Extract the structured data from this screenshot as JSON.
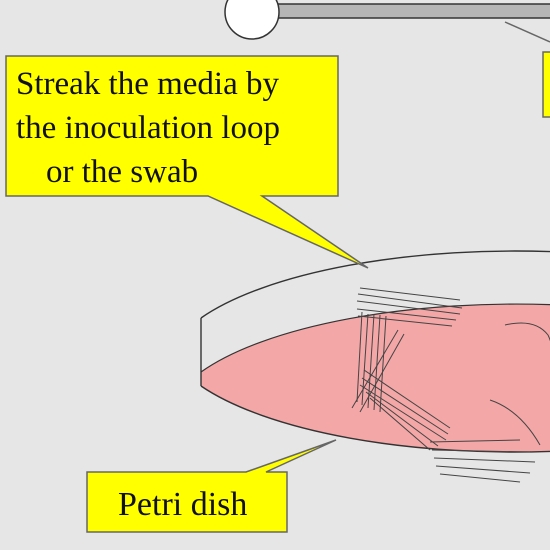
{
  "callouts": {
    "streak": {
      "lines": [
        "Streak the media by",
        "the inoculation loop",
        "or the swab"
      ]
    },
    "petri": {
      "label": "Petri dish"
    }
  },
  "colors": {
    "background": "#e6e6e6",
    "callout_fill": "#ffff00",
    "callout_stroke": "#666666",
    "agar_fill": "#f4a7a7",
    "outline": "#333333",
    "rod_fill": "#b5b5b5",
    "loop_fill": "#ffffff"
  }
}
